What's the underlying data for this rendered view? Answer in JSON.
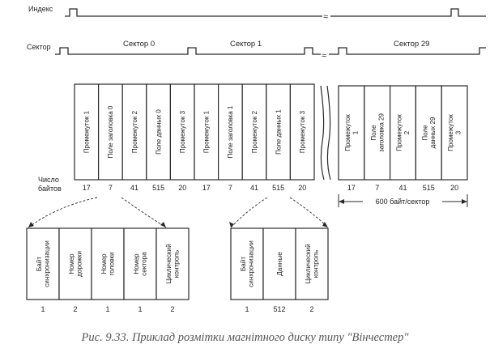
{
  "signals": {
    "index_label": "Индекс",
    "sector_label": "Сектор",
    "sector_names": [
      "Сектор 0",
      "Сектор 1",
      "Сектор 29"
    ],
    "break_marks": [
      "≈",
      "≈"
    ]
  },
  "main_track": {
    "row_label_line1": "Число",
    "row_label_line2": "байтов",
    "fields_left": [
      {
        "label": "Промежуток 1",
        "bytes": "17"
      },
      {
        "label": "Поле заголовка 0",
        "bytes": "7"
      },
      {
        "label": "Промежуток 2",
        "bytes": "41"
      },
      {
        "label": "Поле данных 0",
        "bytes": "515"
      },
      {
        "label": "Промежуток 3",
        "bytes": "20"
      },
      {
        "label": "Промежуток 1",
        "bytes": "17"
      },
      {
        "label": "Поле заголовка 1",
        "bytes": "7"
      },
      {
        "label": "Промежуток 2",
        "bytes": "41"
      },
      {
        "label": "Поле данных 1",
        "bytes": "515"
      },
      {
        "label": "Промежуток 3",
        "bytes": "20"
      }
    ],
    "fields_right": [
      {
        "label": "Промежуток 1",
        "bytes": "17"
      },
      {
        "label": "Поле заголовка 29",
        "bytes": "7"
      },
      {
        "label": "Промежуток 2",
        "bytes": "41"
      },
      {
        "label": "Поле данных 29",
        "bytes": "515"
      },
      {
        "label": "Промежуток 3",
        "bytes": "20"
      }
    ],
    "bytes_per_sector": "600 байт/сектор"
  },
  "header_detail": [
    {
      "label": "Байт синхронизации",
      "bytes": "1"
    },
    {
      "label": "Номер дорожки",
      "bytes": "2"
    },
    {
      "label": "Номер головки",
      "bytes": "1"
    },
    {
      "label": "Номер сектора",
      "bytes": "1"
    },
    {
      "label": "Циклический контроль",
      "bytes": "2"
    }
  ],
  "data_detail": [
    {
      "label": "Байт синхронизации",
      "bytes": "1"
    },
    {
      "label": "Данные",
      "bytes": "512"
    },
    {
      "label": "Циклический контроль",
      "bytes": "2"
    }
  ],
  "caption": "Рис. 9.33. Приклад розмітки магнітного диску типу \"Вінчестер\"",
  "colors": {
    "line": "#2a2a2a",
    "caption": "#555555"
  }
}
